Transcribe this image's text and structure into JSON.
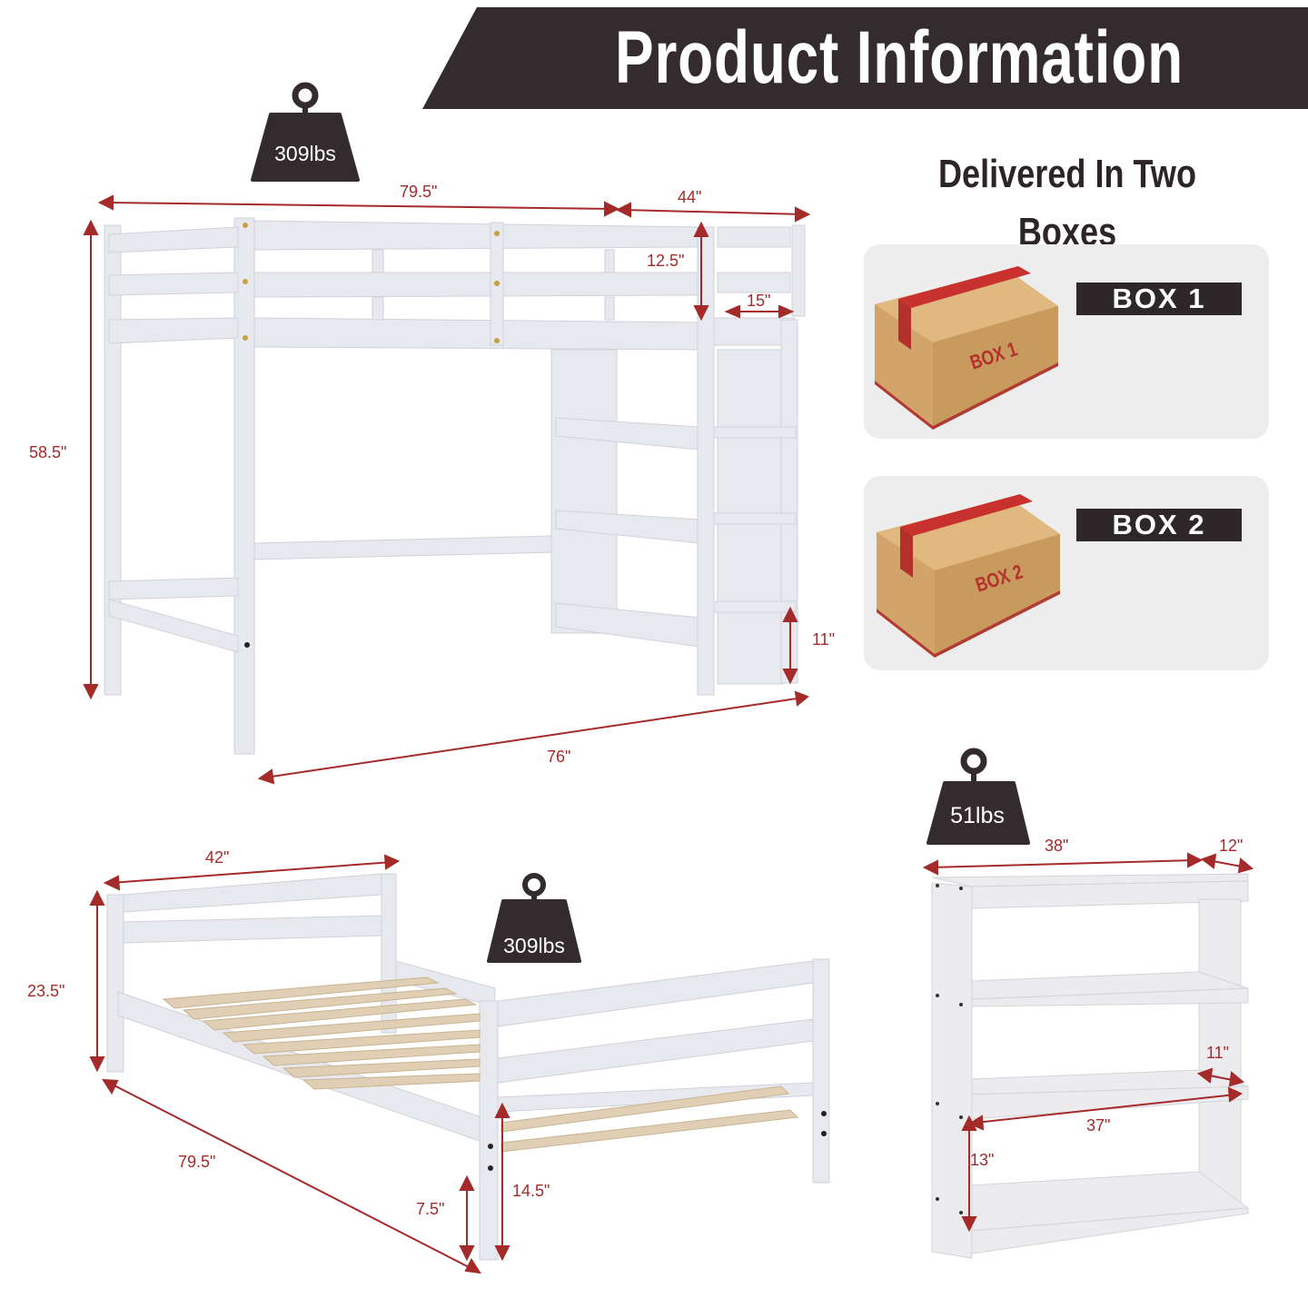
{
  "header": {
    "title": "Product Information"
  },
  "delivery": {
    "title": "Delivered In Two Boxes",
    "boxes": [
      {
        "tag": "BOX 1",
        "box_print": "BOX 1"
      },
      {
        "tag": "BOX 2",
        "box_print": "BOX 2"
      }
    ]
  },
  "colors": {
    "banner": "#332b2d",
    "dimension": "#a52a2a",
    "panel": "#ededed",
    "cardboard": "#d6a96e",
    "tape": "#c8312e"
  },
  "loft_bed": {
    "weight": "309lbs",
    "dimensions": {
      "length": "79.5\"",
      "width": "44\"",
      "height": "58.5\"",
      "guardrail": "12.5\"",
      "ladder_width": "15\"",
      "step_spacing": "11\"",
      "underbed_length": "76\""
    }
  },
  "twin_bed": {
    "weight": "309lbs",
    "dimensions": {
      "width": "42\"",
      "headboard_height": "23.5\"",
      "length": "79.5\"",
      "clearance": "7.5\"",
      "footboard_height": "14.5\""
    }
  },
  "bookcase": {
    "weight": "51lbs",
    "dimensions": {
      "width": "38\"",
      "depth": "12\"",
      "shelf_depth": "11\"",
      "shelf_width": "37\"",
      "shelf_spacing": "13\""
    }
  }
}
